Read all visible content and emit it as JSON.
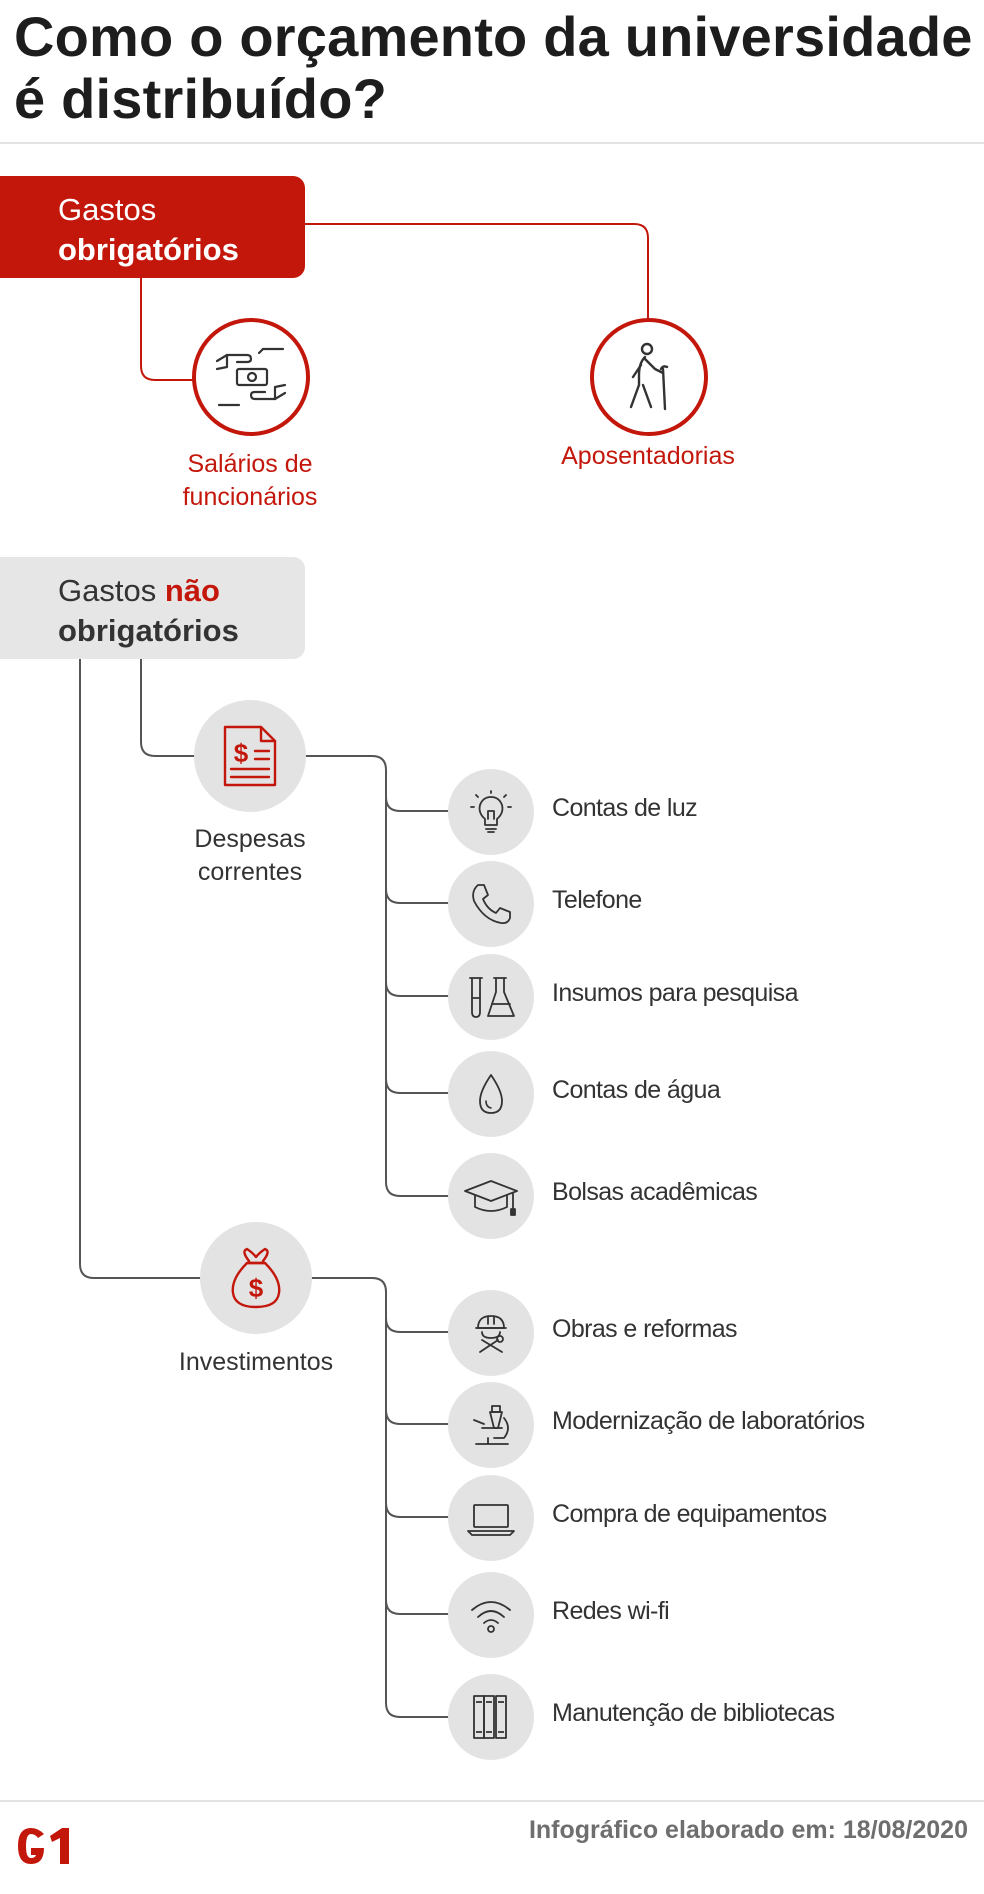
{
  "title": {
    "line1": "Como o orçamento da universidade",
    "line2": "é distribuído?"
  },
  "mandatory": {
    "label_line1": "Gastos",
    "label_line2": "obrigatórios",
    "items": [
      {
        "label_line1": "Salários de",
        "label_line2": "funcionários",
        "icon": "money-exchange-icon"
      },
      {
        "label": "Aposentadorias",
        "icon": "elderly-person-icon"
      }
    ]
  },
  "non_mandatory": {
    "label_word1": "Gastos",
    "label_word2": "não",
    "label_line2": "obrigatórios",
    "categories": [
      {
        "label_line1": "Despesas",
        "label_line2": "correntes",
        "icon": "invoice-dollar-icon",
        "items": [
          {
            "label": "Contas de luz",
            "icon": "lightbulb-icon"
          },
          {
            "label": "Telefone",
            "icon": "phone-icon"
          },
          {
            "label": "Insumos para pesquisa",
            "icon": "lab-flask-icon"
          },
          {
            "label": "Contas de água",
            "icon": "water-drop-icon"
          },
          {
            "label": "Bolsas acadêmicas",
            "icon": "graduation-cap-icon"
          }
        ]
      },
      {
        "label": "Investimentos",
        "icon": "money-bag-icon",
        "items": [
          {
            "label": "Obras e reformas",
            "icon": "construction-icon"
          },
          {
            "label": "Modernização de laboratórios",
            "icon": "microscope-icon"
          },
          {
            "label": "Compra de equipamentos",
            "icon": "laptop-icon"
          },
          {
            "label": "Redes wi-fi",
            "icon": "wifi-icon"
          },
          {
            "label": "Manutenção de bibliotecas",
            "icon": "books-icon"
          }
        ]
      }
    ]
  },
  "footer": {
    "credit": "Infográfico elaborado em: 18/08/2020",
    "logo": "G1"
  },
  "colors": {
    "accent": "#c4170c",
    "circle_gray": "#e3e3e3",
    "text": "#333333",
    "line": "#555555"
  }
}
